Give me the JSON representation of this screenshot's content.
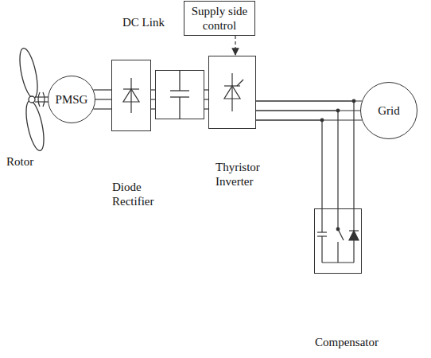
{
  "diagram": {
    "nodes": [
      {
        "text": [
          "Supply side control"
        ]
      },
      {
        "text": [
          "PMSG"
        ]
      },
      {
        "text": [
          "Diode Rectifier"
        ]
      },
      {
        "text": [
          "DC Link"
        ]
      },
      {
        "text": [
          "Thyristor Inverter"
        ]
      },
      {
        "text": [
          "Grid"
        ]
      },
      {
        "text": [
          "Compensator"
        ]
      }
    ],
    "edges": [
      {
        "from": 1,
        "to": 2,
        "arrow": "none"
      },
      {
        "from": 2,
        "to": 3,
        "arrow": "none"
      },
      {
        "from": 3,
        "to": 4,
        "arrow": "none"
      },
      {
        "from": 4,
        "to": 5,
        "arrow": "none"
      },
      {
        "from": 0,
        "to": 4,
        "arrow": "to"
      },
      {
        "from": 4,
        "to": 6,
        "arrow": "none"
      }
    ],
    "labels": [
      "Rotor"
    ]
  }
}
